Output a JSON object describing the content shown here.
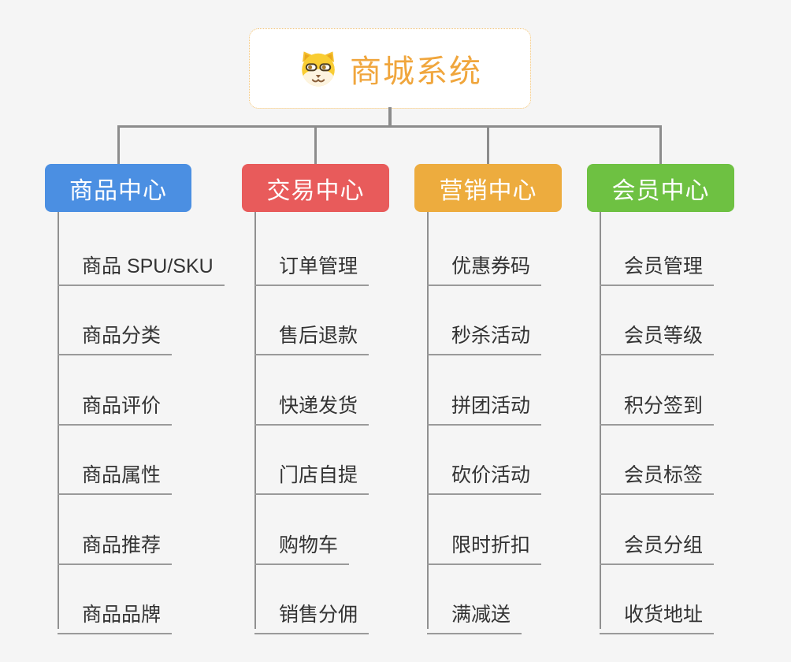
{
  "root": {
    "title": "商城系统",
    "icon": "shiba-dog-icon",
    "title_color": "#f0a63d",
    "border_color": "#f2c06e"
  },
  "connectors": {
    "color": "#8c8c8c"
  },
  "branches": [
    {
      "label": "商品中心",
      "color": "#4b8fe2",
      "items": [
        "商品 SPU/SKU",
        "商品分类",
        "商品评价",
        "商品属性",
        "商品推荐",
        "商品品牌"
      ]
    },
    {
      "label": "交易中心",
      "color": "#e85b5b",
      "items": [
        "订单管理",
        "售后退款",
        "快递发货",
        "门店自提",
        "购物车",
        "销售分佣"
      ]
    },
    {
      "label": "营销中心",
      "color": "#edac3e",
      "items": [
        "优惠券码",
        "秒杀活动",
        "拼团活动",
        "砍价活动",
        "限时折扣",
        "满减送"
      ]
    },
    {
      "label": "会员中心",
      "color": "#6ec142",
      "items": [
        "会员管理",
        "会员等级",
        "积分签到",
        "会员标签",
        "会员分组",
        "收货地址"
      ]
    }
  ]
}
